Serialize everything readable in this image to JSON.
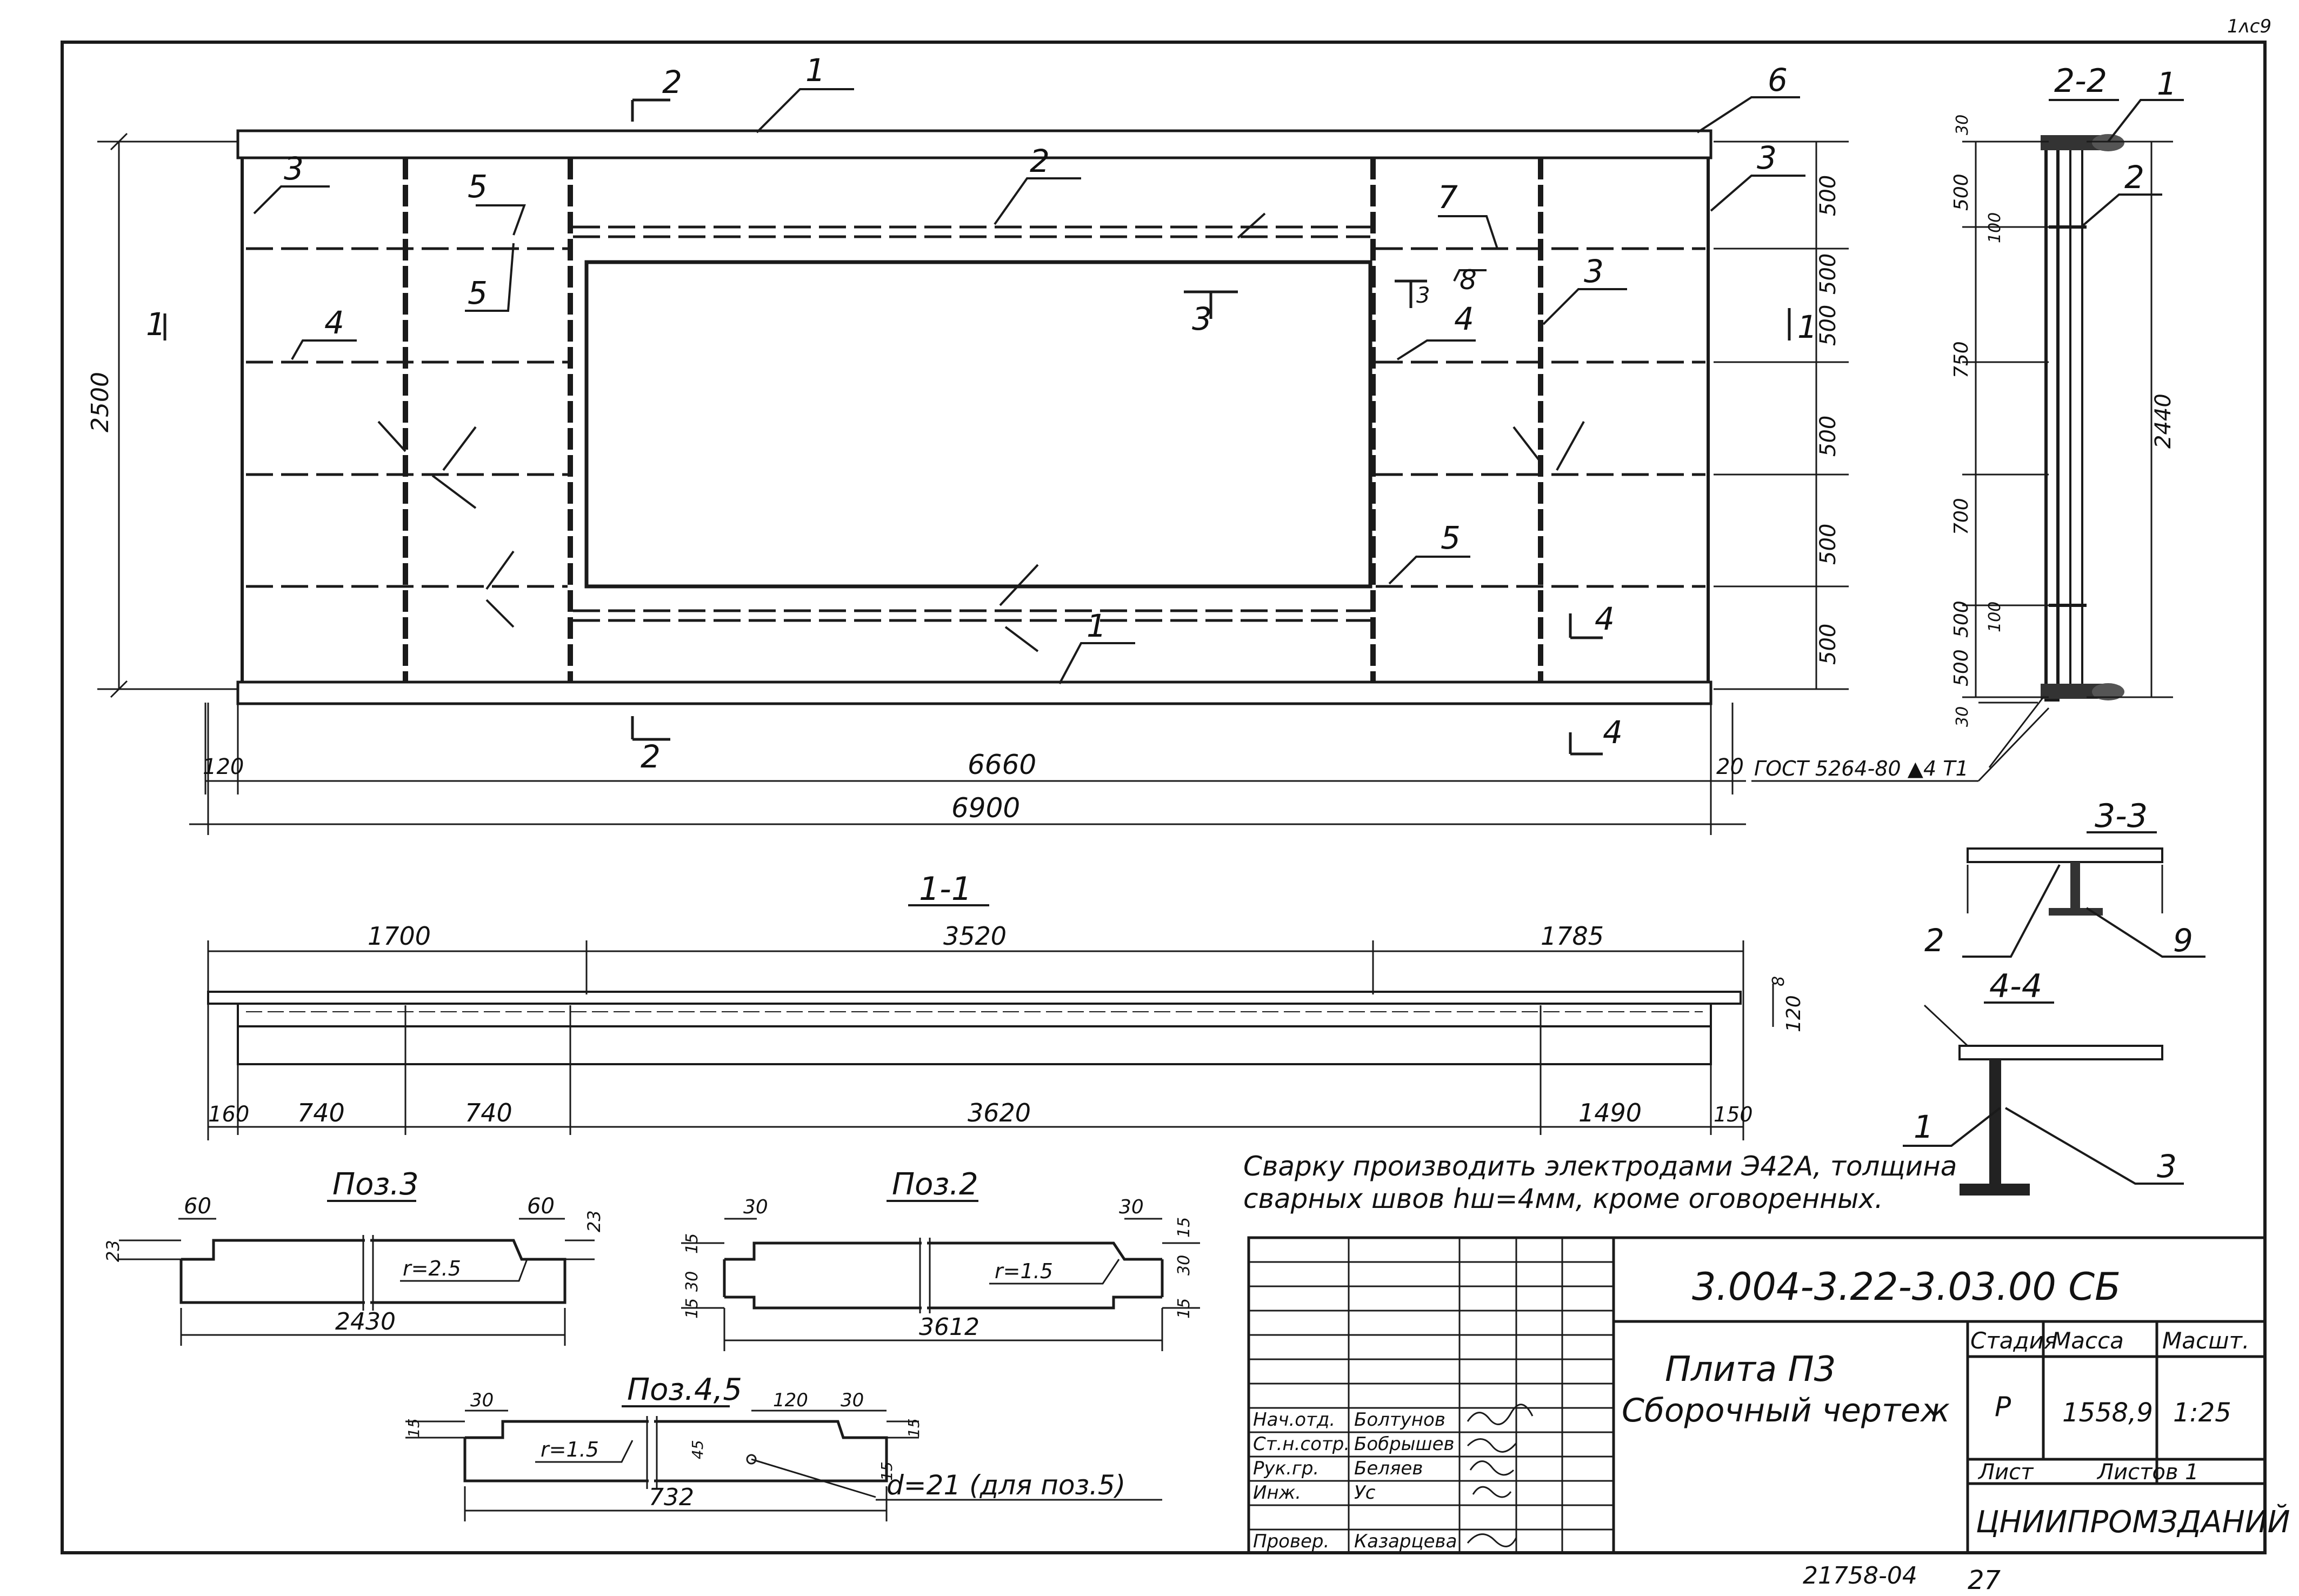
{
  "corner_mark": "1ʌc9",
  "plan": {
    "section_marks": [
      "2",
      "2",
      "1",
      "1",
      "3",
      "3",
      "4",
      "4"
    ],
    "pos_labels": [
      "1",
      "2",
      "3",
      "3",
      "3",
      "4",
      "4",
      "5",
      "5",
      "5",
      "6",
      "7",
      "8",
      "1"
    ],
    "dim_height": "2500",
    "dim_left": "120",
    "dim_mid": "6660",
    "dim_right": "20",
    "dim_total": "6900",
    "weld_note": "ГОСТ 5264-80 ▲4 Т1",
    "right_dims": [
      "500",
      "500",
      "500",
      "500",
      "500",
      "500"
    ]
  },
  "section_2_2": {
    "title": "2-2",
    "labels": [
      "1",
      "2"
    ],
    "dims": [
      "30",
      "500",
      "100",
      "750",
      "700",
      "500",
      "100",
      "500",
      "30"
    ],
    "total": "2440"
  },
  "section_3_3": {
    "title": "3-3",
    "labels": [
      "2",
      "9"
    ]
  },
  "section_4_4": {
    "title": "4-4",
    "labels": [
      "1",
      "3"
    ]
  },
  "section_1_1": {
    "title": "1-1",
    "top_dims": [
      "1700",
      "3520",
      "1785"
    ],
    "bottom_dims": [
      "160",
      "740",
      "740",
      "3620",
      "1490",
      "150"
    ],
    "height": "120",
    "small": "8"
  },
  "note": {
    "line1": "Сварку производить электродами Э42А, толщина",
    "line2": "сварных швов hш=4мм, кроме оговоренных."
  },
  "details": {
    "pos3": {
      "title": "Поз.3",
      "d1": "60",
      "d2": "60",
      "d3": "23",
      "d4": "23",
      "r": "r=2.5",
      "len": "2430"
    },
    "pos2": {
      "title": "Поз.2",
      "d1": "30",
      "d2": "30",
      "d3": "15",
      "d4": "15",
      "d5": "30",
      "d6": "30",
      "d7": "15",
      "d8": "15",
      "r": "r=1.5",
      "len": "3612"
    },
    "pos45": {
      "title": "Поз.4,5",
      "d1": "30",
      "d2": "120",
      "d3": "30",
      "d4": "15",
      "d5": "15",
      "d6": "45",
      "d7": "15",
      "r": "r=1.5",
      "len": "732",
      "hole": "d=21 (для поз.5)"
    }
  },
  "title_block": {
    "code": "3.004-3.22-3.03.00 СБ",
    "name_line1": "Плита   П3",
    "name_line2": "Сборочный чертеж",
    "stage_h": "Стадия",
    "mass_h": "Масса",
    "scale_h": "Масшт.",
    "stage": "Р",
    "mass": "1558,9",
    "scale": "1:25",
    "sheet_h": "Лист",
    "sheets_h": "Листов 1",
    "org": "ЦНИИПРОМЗДАНИЙ",
    "roles": [
      "Нач.отд.",
      "Ст.н.сотр.",
      "Рук.гр.",
      "Инж.",
      "Провер."
    ],
    "names": [
      "Болтунов",
      "Бобрышев",
      "Беляев",
      "Ус",
      "Казарцева"
    ]
  },
  "footer": {
    "inv": "21758-04",
    "page": "27"
  }
}
